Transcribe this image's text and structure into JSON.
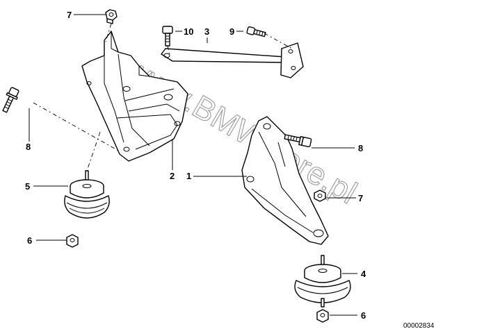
{
  "diagram": {
    "watermark": "www.BMWstore.pl",
    "document_id": "00002834",
    "callouts": {
      "c7_top": "7",
      "c10": "10",
      "c3": "3",
      "c9": "9",
      "c8_left": "8",
      "c2": "2",
      "c1": "1",
      "c8_right": "8",
      "c5": "5",
      "c7_right": "7",
      "c6_left": "6",
      "c4": "4",
      "c6_right": "6"
    }
  }
}
